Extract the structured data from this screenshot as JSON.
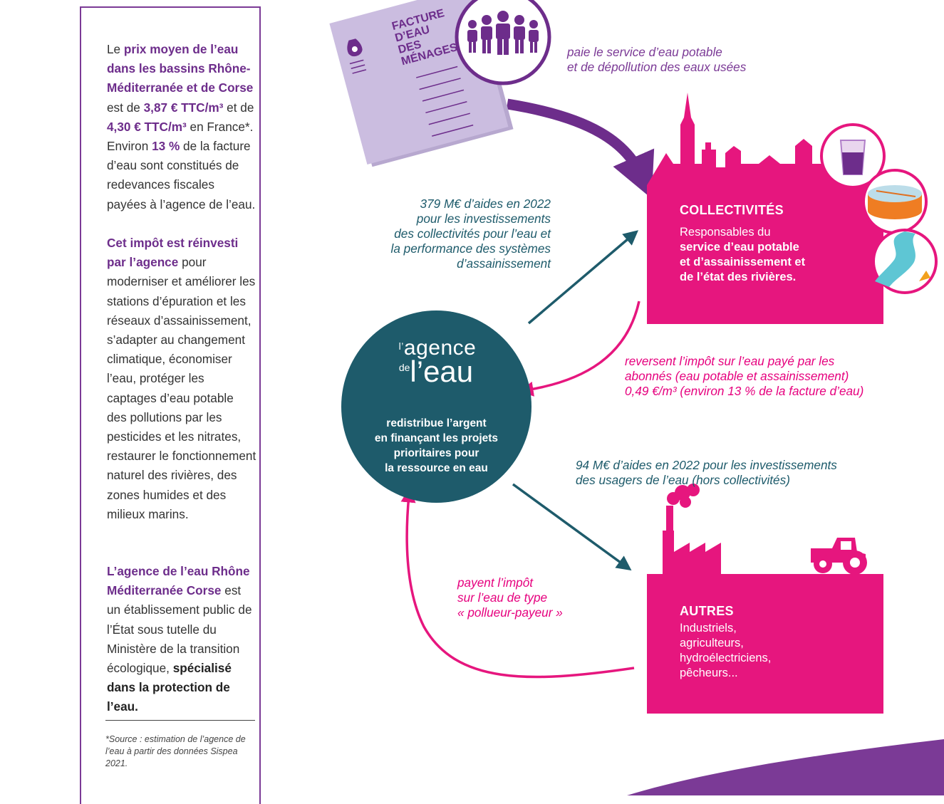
{
  "left_panel": {
    "p1": [
      {
        "t": "Le ",
        "b": false
      },
      {
        "t": "prix moyen de l’eau dans les bassins Rhône-Méditerranée et de Corse",
        "b": true
      },
      {
        "t": " est de ",
        "b": false
      },
      {
        "t": "3,87 € TTC/m³",
        "b": true
      },
      {
        "t": " et de ",
        "b": false
      },
      {
        "t": "4,30 € TTC/m³",
        "b": true
      },
      {
        "t": " en France*. Environ ",
        "b": false
      },
      {
        "t": "13 %",
        "b": true
      },
      {
        "t": " de la facture d’eau sont constitués de redevances fiscales payées à l’agence de l’eau.",
        "b": false
      }
    ],
    "p2": [
      {
        "t": "Cet impôt est réinvesti par l’agence",
        "b": true
      },
      {
        "t": " pour moderniser et améliorer les stations d’épuration et les réseaux d’assainissement, s’adapter au changement climatique, économiser l’eau, protéger les captages d’eau potable des pollutions par les pesticides et les nitrates, restaurer le fonctionnement naturel des rivières, des zones humides et des milieux marins.",
        "b": false
      }
    ],
    "p3": [
      {
        "t": "L’agence de l’eau Rhône Méditerranée Corse",
        "b": true
      },
      {
        "t": " est un établissement public de l’État sous tutelle du Ministère de la transition écologique, ",
        "b": false
      },
      {
        "t": "spécialisé dans la protection de l’eau.",
        "b": "dark"
      }
    ],
    "source": "*Source : estimation de l’agence de l’eau à partir des données Sispea 2021."
  },
  "facture": {
    "line1": "FACTURE",
    "line2": "D’EAU",
    "line3": "DES",
    "line4": "MÉNAGES"
  },
  "captions": {
    "paie_l1": "paie le service d’eau potable",
    "paie_l2": "et de dépollution des eaux usées",
    "aides379_l1": "379 M€ d’aides en 2022",
    "aides379_l2": "pour les investissements",
    "aides379_l3": "des collectivités pour l’eau et",
    "aides379_l4": "la performance des systèmes",
    "aides379_l5": "d’assainissement",
    "reversent_l1": "reversent l’impôt sur l’eau payé par les",
    "reversent_l2": "abonnés (eau potable et assainissement)",
    "reversent_l3": "0,49 €/m³ (environ 13 % de la facture d’eau)",
    "aides94_l1": "94 M€ d’aides en 2022 pour les investissements",
    "aides94_l2": "des usagers de l’eau (hors collectivités)",
    "payent_l1": "payent l’impôt",
    "payent_l2": "sur l’eau de type",
    "payent_l3": "« pollueur-payeur »"
  },
  "agency": {
    "logo_l": "l’",
    "logo_agence": "agence",
    "logo_de": "de",
    "logo_eau": "l’eau",
    "desc_l1": "redistribue l’argent",
    "desc_l2": "en finançant les projets",
    "desc_l3": "prioritaires pour",
    "desc_l4": "la ressource en eau"
  },
  "collectivites": {
    "title": "COLLECTIVITÉS",
    "desc_l1": "Responsables du",
    "desc_l2": "service d’eau potable",
    "desc_l3": "et d’assainissement et",
    "desc_l4": "de l’état des rivières."
  },
  "autres": {
    "title": "AUTRES",
    "desc_l1": "Industriels,",
    "desc_l2": "agriculteurs,",
    "desc_l3": "hydroélectriciens,",
    "desc_l4": "pêcheurs..."
  },
  "colors": {
    "purple": "#7b3a96",
    "pink": "#e6167e",
    "teal": "#1e5b6b"
  }
}
